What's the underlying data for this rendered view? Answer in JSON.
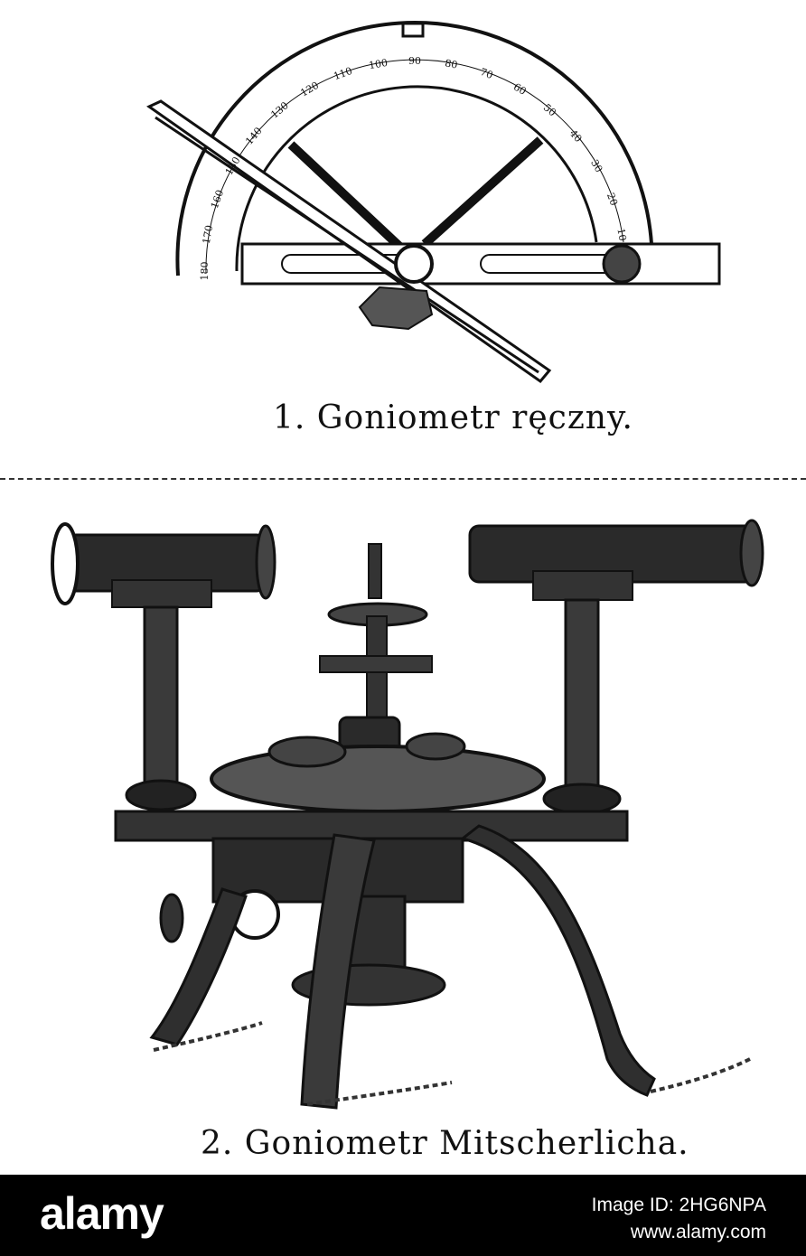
{
  "figure1": {
    "caption": "1.  Goniometr ręczny.",
    "scale_numbers": [
      "10",
      "20",
      "30",
      "40",
      "50",
      "60",
      "70",
      "80",
      "90",
      "100",
      "110",
      "120",
      "130",
      "140",
      "150",
      "160",
      "170",
      "180"
    ]
  },
  "figure2": {
    "caption": "2.  Goniometr Mitscherlicha."
  },
  "footer": {
    "brand": "alamy",
    "image_id": "Image ID: 2HG6NPA",
    "site": "www.alamy.com"
  },
  "colors": {
    "ink": "#111111",
    "paper": "#ffffff",
    "footer_bg": "#000000",
    "footer_text": "#ffffff"
  }
}
